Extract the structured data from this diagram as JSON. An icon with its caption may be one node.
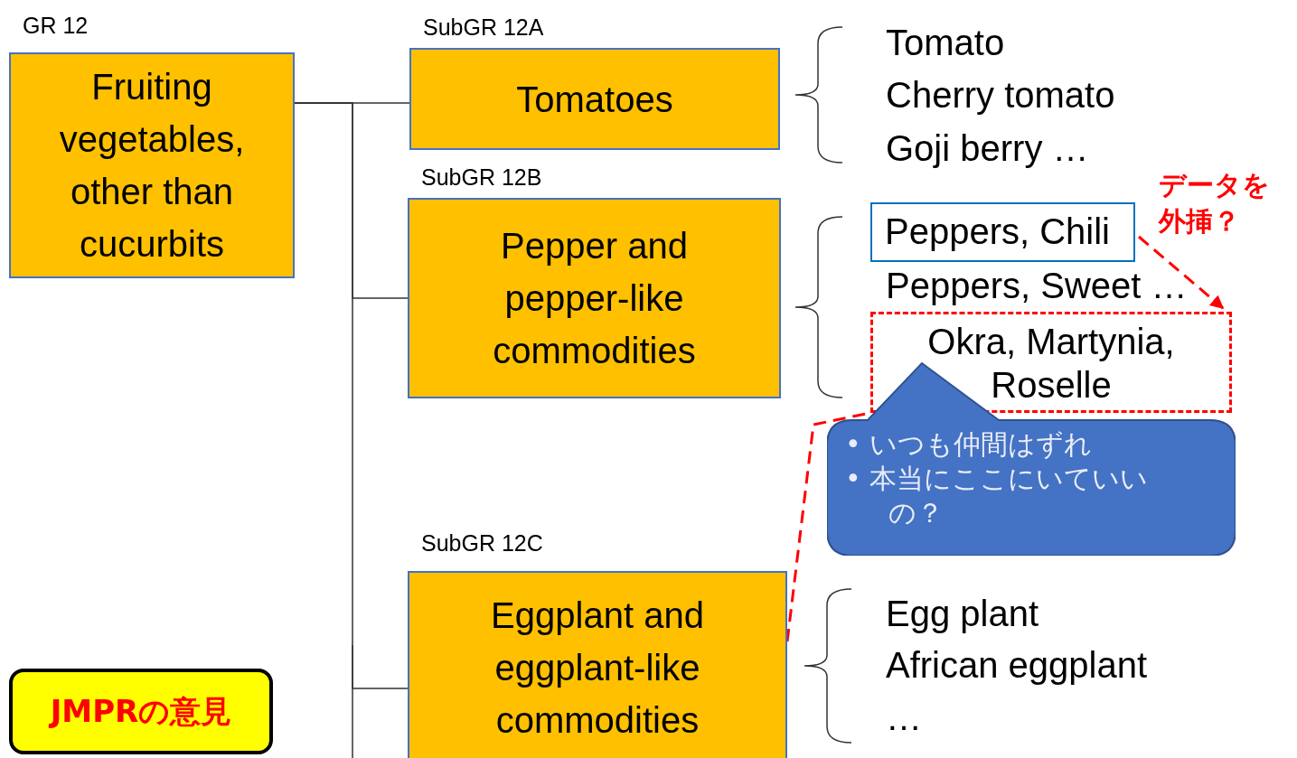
{
  "diagram": {
    "nodes": [
      {
        "text": [
          "GR 12",
          "Fruiting vegetables, other than cucurbits"
        ]
      },
      {
        "text": [
          "SubGR 12A",
          "Tomatoes"
        ]
      },
      {
        "text": [
          "SubGR 12B",
          "Pepper and pepper-like commodities"
        ]
      },
      {
        "text": [
          "SubGR 12C",
          "Eggplant and eggplant-like commodities"
        ]
      },
      {
        "text": [
          "Peppers, Chili"
        ]
      },
      {
        "text": [
          "Okra, Martynia, Roselle"
        ]
      },
      {
        "text": [
          "• いつも仲間はずれ",
          "• 本当にここにいていいの？"
        ]
      },
      {
        "text": [
          "JMPRの意見"
        ]
      }
    ],
    "edges": [
      {
        "from": 0,
        "to": 1,
        "arrow": "none"
      },
      {
        "from": 0,
        "to": 2,
        "arrow": "none"
      },
      {
        "from": 0,
        "to": 3,
        "arrow": "none"
      },
      {
        "from": 4,
        "to": 5,
        "arrow": "to",
        "style": "dashed",
        "color": "#ff0000"
      },
      {
        "from": 3,
        "to": 5,
        "arrow": "none",
        "style": "dashed",
        "color": "#ff0000"
      }
    ],
    "labels": [
      "Tomato",
      "Cherry tomato",
      "Goji berry …",
      "データを外挿？",
      "Peppers, Sweet …",
      "Egg plant",
      "African eggplant",
      "…"
    ]
  }
}
